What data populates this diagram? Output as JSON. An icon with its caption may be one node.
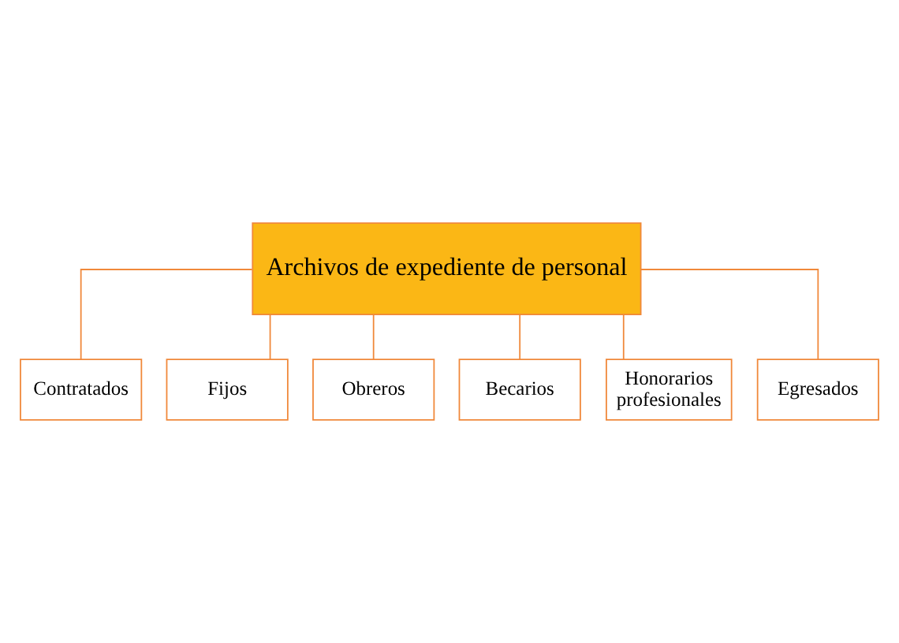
{
  "diagram": {
    "nodes": [
      {
        "text": [
          "Archivos de expediente de personal"
        ]
      },
      {
        "text": [
          "Contratados"
        ]
      },
      {
        "text": [
          "Fijos"
        ]
      },
      {
        "text": [
          "Obreros"
        ]
      },
      {
        "text": [
          "Becarios"
        ]
      },
      {
        "text": [
          "Honorarios profesionales"
        ]
      },
      {
        "text": [
          "Egresados"
        ]
      }
    ],
    "edges": [
      {
        "from": 0,
        "to": 1,
        "arrow": "none"
      },
      {
        "from": 0,
        "to": 2,
        "arrow": "none"
      },
      {
        "from": 0,
        "to": 3,
        "arrow": "none"
      },
      {
        "from": 0,
        "to": 4,
        "arrow": "none"
      },
      {
        "from": 0,
        "to": 5,
        "arrow": "none"
      },
      {
        "from": 0,
        "to": 6,
        "arrow": "none"
      }
    ]
  }
}
